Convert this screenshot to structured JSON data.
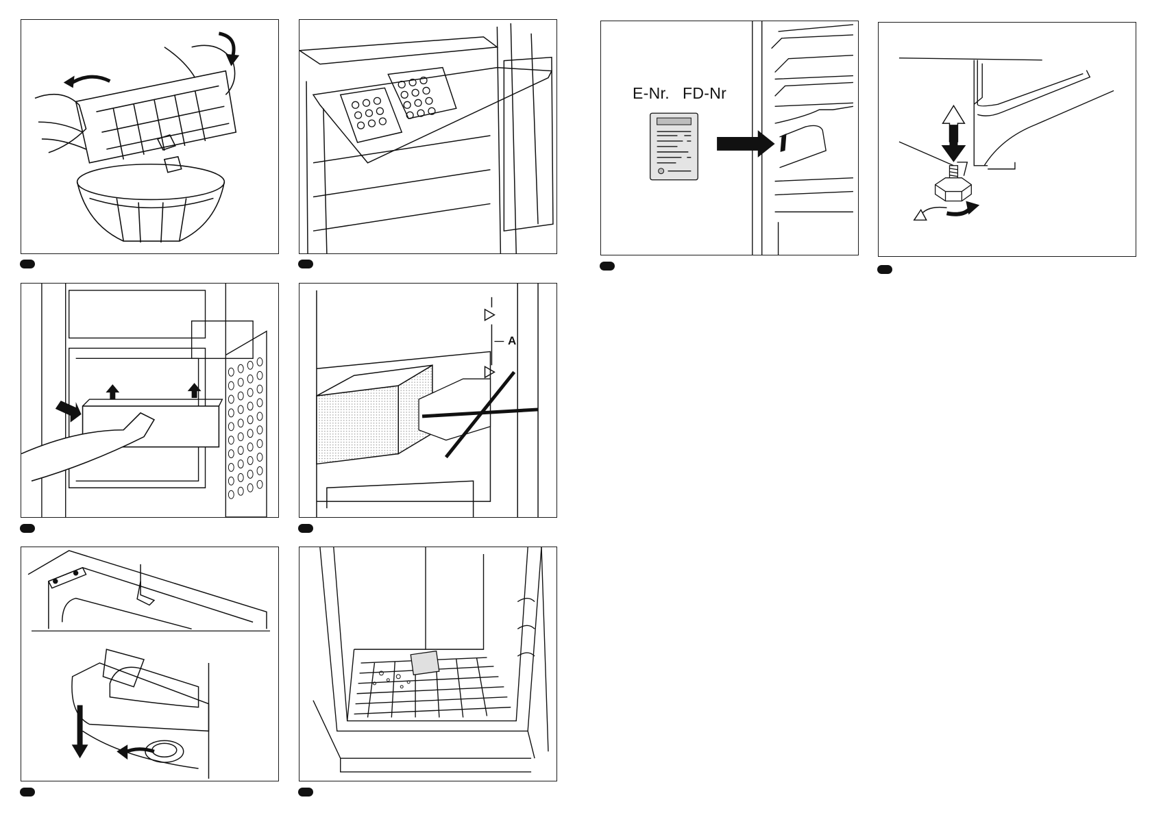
{
  "figures": [
    {
      "id": "ice-tray",
      "badge": ""
    },
    {
      "id": "freezer-tray",
      "badge": ""
    },
    {
      "id": "drawer-removal",
      "badge": ""
    },
    {
      "id": "stacking-limit",
      "badge": "",
      "label_a": "A"
    },
    {
      "id": "filter-replacement",
      "badge": ""
    },
    {
      "id": "defrost-tray",
      "badge": ""
    },
    {
      "id": "rating-plate",
      "badge": "",
      "e_nr_label": "E-Nr.",
      "fd_nr_label": "FD-Nr"
    },
    {
      "id": "leveling-foot",
      "badge": ""
    }
  ],
  "colors": {
    "ink": "#111111",
    "shade": "#c8c8c8",
    "plate": "#e4e4e4"
  }
}
